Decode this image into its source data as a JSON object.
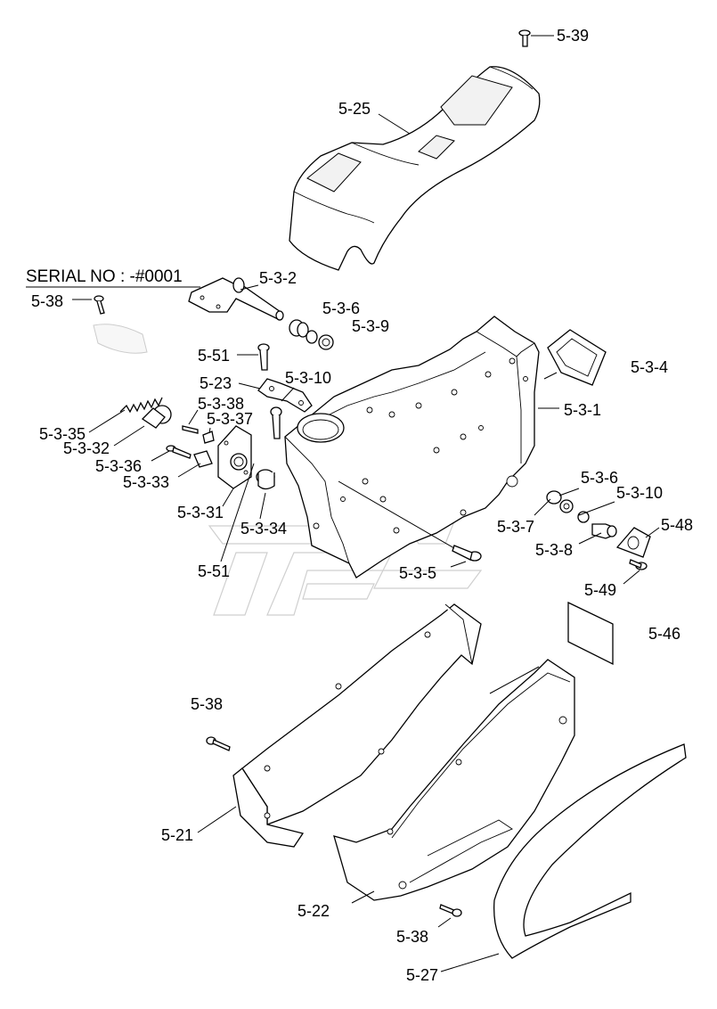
{
  "serial_note": "SERIAL NO : -#0001",
  "labels": {
    "p5_39": "5-39",
    "p5_25": "5-25",
    "p5_38_top": "5-38",
    "p5_3_2": "5-3-2",
    "p5_3_6_top": "5-3-6",
    "p5_3_9": "5-3-9",
    "p5_51_top": "5-51",
    "p5_3_4": "5-3-4",
    "p5_23": "5-23",
    "p5_3_10_top": "5-3-10",
    "p5_3_38": "5-3-38",
    "p5_3_1": "5-3-1",
    "p5_3_37": "5-3-37",
    "p5_3_35": "5-3-35",
    "p5_3_32": "5-3-32",
    "p5_3_36": "5-3-36",
    "p5_3_33": "5-3-33",
    "p5_3_6_right": "5-3-6",
    "p5_3_10_right": "5-3-10",
    "p5_48": "5-48",
    "p5_3_7": "5-3-7",
    "p5_3_31": "5-3-31",
    "p5_3_34": "5-3-34",
    "p5_3_8": "5-3-8",
    "p5_51_bottom": "5-51",
    "p5_3_5": "5-3-5",
    "p5_49": "5-49",
    "p5_46": "5-46",
    "p5_38_mid": "5-38",
    "p5_21": "5-21",
    "p5_22": "5-22",
    "p5_38_bottom": "5-38",
    "p5_27": "5-27"
  }
}
